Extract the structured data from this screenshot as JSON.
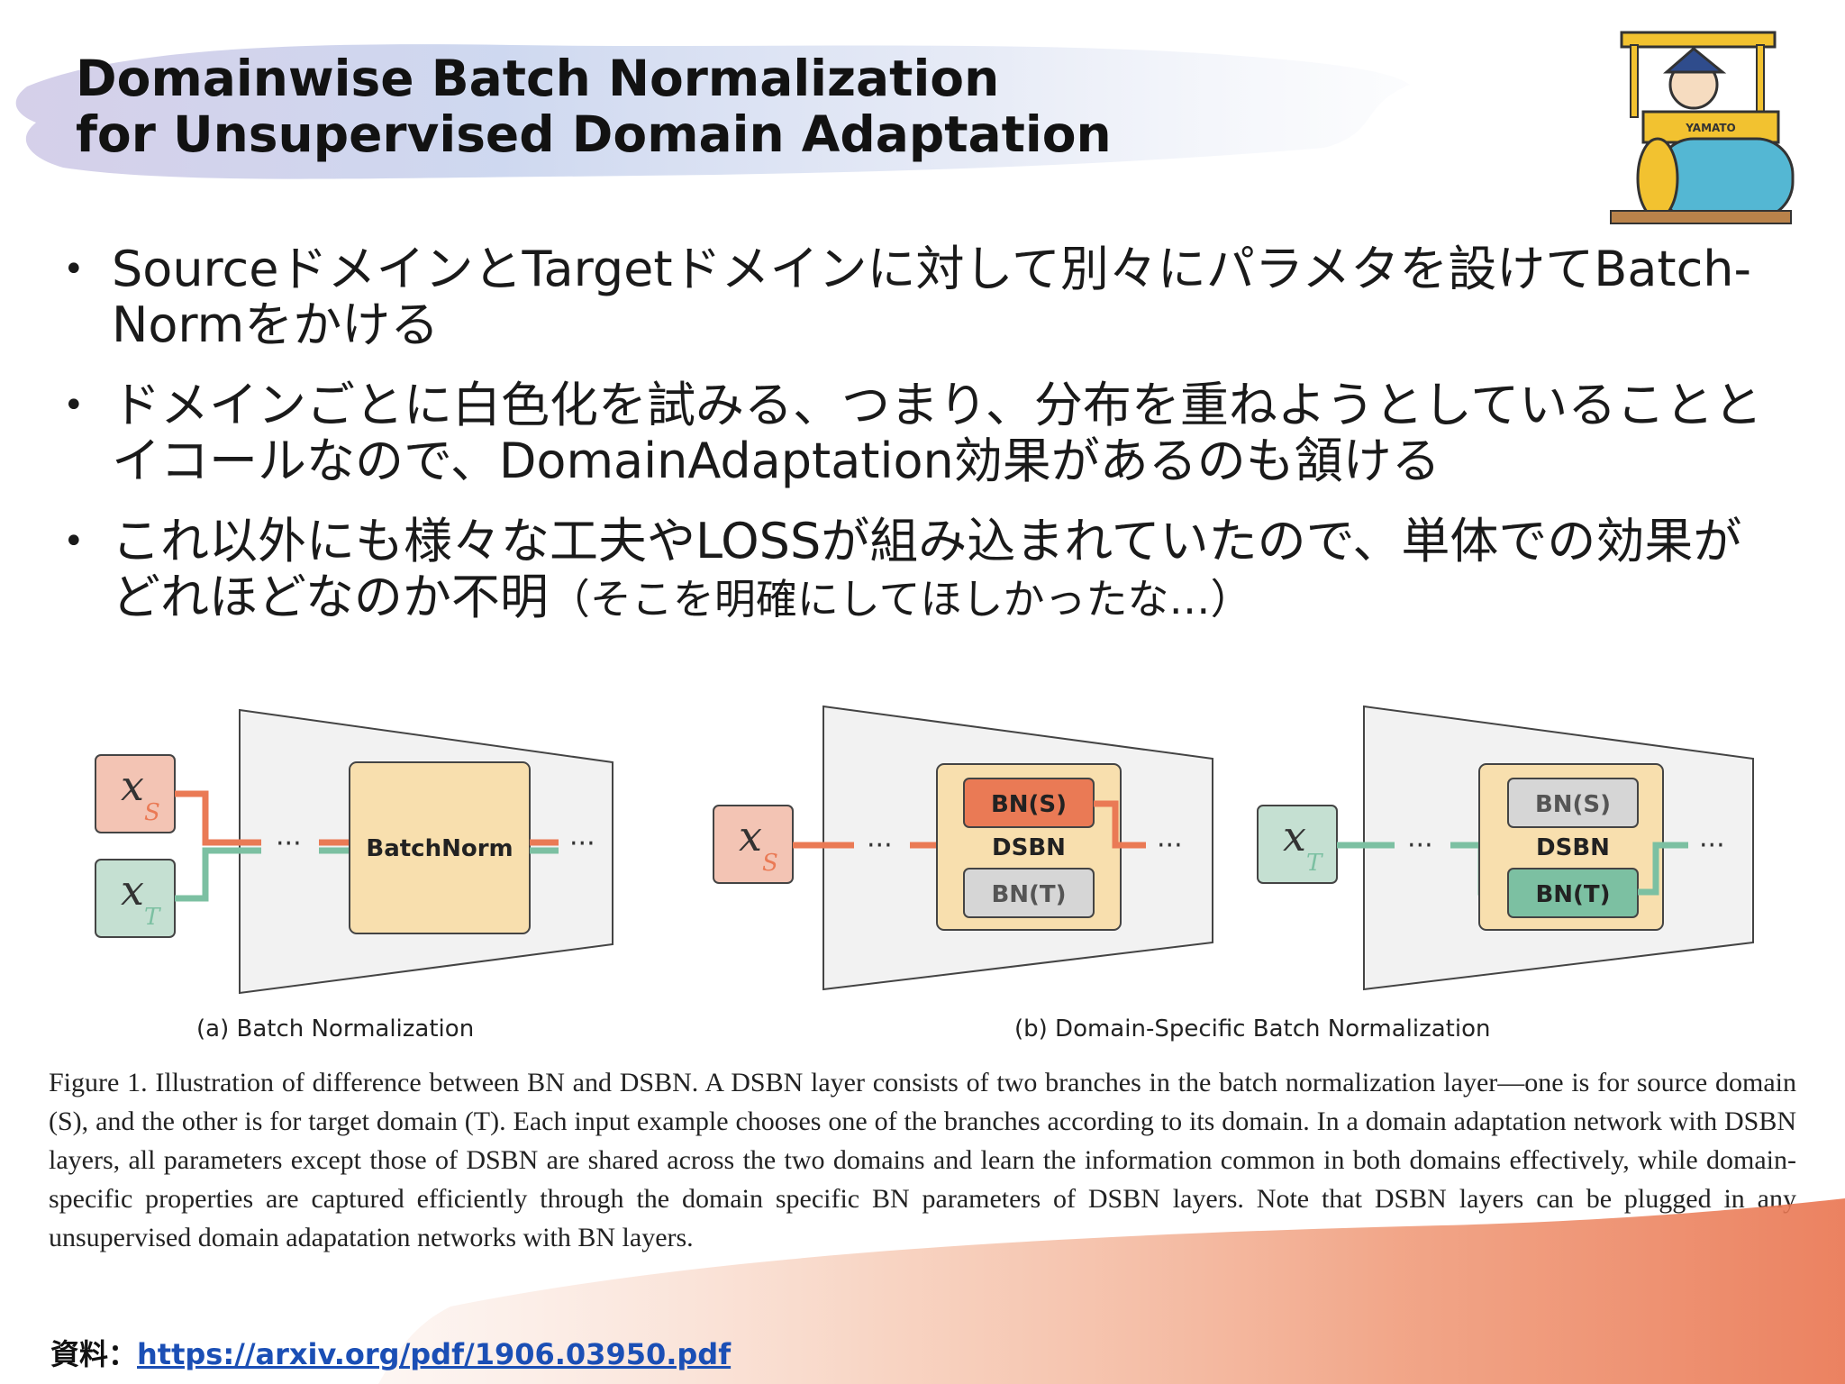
{
  "slide": {
    "title_line1": "Domainwise Batch Normalization",
    "title_line2": "for Unsupervised Domain Adaptation"
  },
  "bullets": [
    {
      "text": "SourceドメインとTargetドメインに対して別々にパラメタを設けてBatch-Normをかける"
    },
    {
      "text": "ドメインごとに白色化を試みる、つまり、分布を重ねようとしていることとイコールなので、DomainAdaptation効果があるのも頷ける"
    },
    {
      "text_main": "これ以外にも様々な工夫やLOSSが組み込まれていたので、単体での効果がどれほどなのか不明",
      "text_small": "（そこを明確にしてほしかったな…）"
    }
  ],
  "figure": {
    "panel_a": {
      "input_s": "x",
      "input_s_sub": "S",
      "input_t": "x",
      "input_t_sub": "T",
      "block": "BatchNorm",
      "ellipsis": "···",
      "label": "(a) Batch Normalization"
    },
    "panel_b": {
      "bn_s": "BN(S)",
      "bn_t": "BN(T)",
      "dsbn": "DSBN",
      "input_s": "x",
      "input_s_sub": "S",
      "input_t": "x",
      "input_t_sub": "T",
      "ellipsis": "···",
      "label": "(b) Domain-Specific Batch Normalization"
    },
    "caption": "Figure 1. Illustration of difference between BN and DSBN. A DSBN layer consists of two branches in the batch normalization layer—one is for source domain (S), and the other is for target domain (T). Each input example chooses one of the branches according to its domain. In a domain adaptation network with DSBN layers, all parameters except those of DSBN are shared across the two domains and learn the information common in both domains effectively, while domain-specific properties are captured efficiently through the domain specific BN parameters of DSBN layers. Note that DSBN layers can be plugged in any unsupervised domain adapatation networks with BN layers."
  },
  "source": {
    "label": "資料：",
    "url": "https://arxiv.org/pdf/1906.03950.pdf"
  },
  "mascot": {
    "badge": "YAMATO"
  },
  "colors": {
    "source_red": "#ea7a55",
    "source_fill": "#f3c4b4",
    "target_green": "#7cc0a2",
    "target_fill": "#c5e0d2",
    "bn_fill": "#f8dfae",
    "link_blue": "#1b4fb5"
  }
}
